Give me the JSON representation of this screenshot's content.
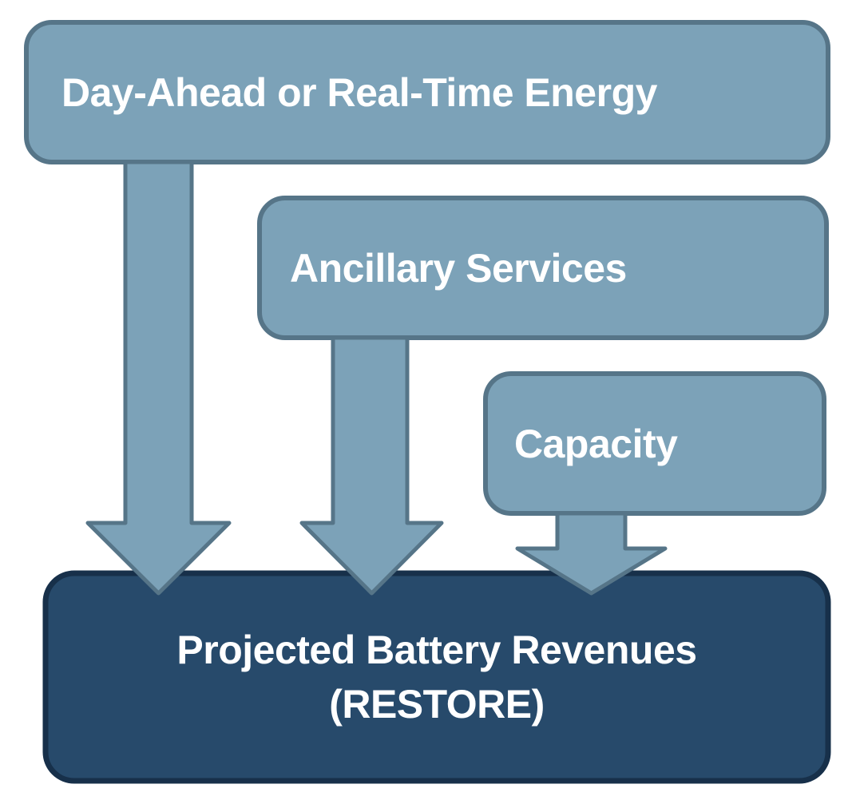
{
  "diagram": {
    "type": "flow-diagram",
    "sources": [
      {
        "label": "Day-Ahead or Real-Time Energy"
      },
      {
        "label": "Ancillary Services"
      },
      {
        "label": "Capacity"
      }
    ],
    "target": {
      "line1": "Projected Battery Revenues",
      "line2": "(RESTORE)"
    },
    "colors": {
      "source_fill": "#7ca2b8",
      "source_border": "#567588",
      "arrow_fill": "#7ca2b8",
      "arrow_border": "#567588",
      "target_fill": "#274a6b",
      "target_border": "#17304a",
      "label_text": "#ffffff",
      "background": "#ffffff"
    }
  }
}
